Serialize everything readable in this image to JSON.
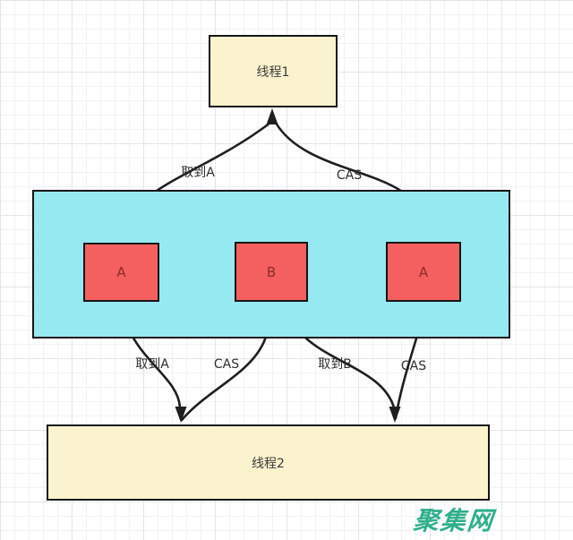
{
  "diagram": {
    "type": "flow-diagram",
    "thread1": {
      "label": "线程1"
    },
    "thread2": {
      "label": "线程2"
    },
    "list": {
      "nodes": [
        {
          "label": "A"
        },
        {
          "label": "B"
        },
        {
          "label": "A"
        }
      ]
    },
    "edges": {
      "top_fetch_a": "取到A",
      "top_cas": "CAS",
      "bottom_fetch_a": "取到A",
      "bottom_cas_left": "CAS",
      "bottom_fetch_b": "取到B",
      "bottom_cas_right": "CAS"
    },
    "watermark": "聚集网",
    "colors": {
      "thread_box_fill": "#fbf3ce",
      "container_fill": "#97e9f1",
      "node_fill": "#f46060",
      "node_text": "#8a2a2a",
      "stroke": "#1f1f1f",
      "label_text": "#2d2d2d",
      "watermark": "#2fae8c"
    }
  }
}
